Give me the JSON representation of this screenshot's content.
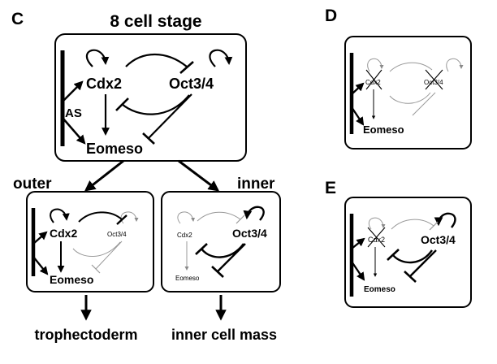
{
  "colors": {
    "ink": "#000000",
    "faint": "#8a8a8a",
    "paper": "#ffffff"
  },
  "panel_c": {
    "letter": "C",
    "title": "8 cell stage",
    "gene_a": "Cdx2",
    "gene_b": "Oct3/4",
    "gene_c": "Eomeso",
    "side_label": "AS",
    "branch_left": "outer",
    "branch_right": "inner",
    "left_box": {
      "gene_a": "Cdx2",
      "gene_b": "Oct3/4",
      "gene_c": "Eomeso"
    },
    "right_box": {
      "gene_a": "Cdx2",
      "gene_b": "Oct3/4",
      "gene_c": "Eomeso"
    },
    "fate_left": "trophectoderm",
    "fate_right": "inner cell mass"
  },
  "panel_d": {
    "letter": "D",
    "gene_a": "Cdx2",
    "gene_b": "Oct3/4",
    "gene_c": "Eomeso"
  },
  "panel_e": {
    "letter": "E",
    "gene_a": "Cdx2",
    "gene_b": "Oct3/4",
    "gene_c": "Eomeso"
  }
}
